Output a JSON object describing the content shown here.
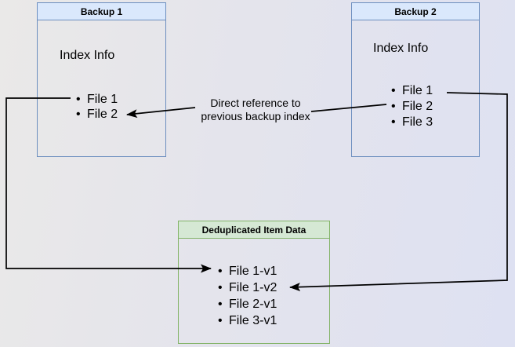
{
  "diagram": {
    "backup1": {
      "title": "Backup 1",
      "section_label": "Index Info",
      "items": [
        "File 1",
        "File 2"
      ]
    },
    "backup2": {
      "title": "Backup 2",
      "section_label": "Index Info",
      "items": [
        "File 1",
        "File 2",
        "File 3"
      ]
    },
    "dedup": {
      "title": "Deduplicated Item Data",
      "items": [
        "File 1-v1",
        "File 1-v2",
        "File 2-v1",
        "File 3-v1"
      ]
    },
    "edge_label": {
      "line1": "Direct reference to",
      "line2": "previous backup index"
    },
    "colors": {
      "blue_header_fill": "#dae8fc",
      "blue_border": "#6c8ebf",
      "green_header_fill": "#d5e8d4",
      "green_border": "#82b366",
      "connector": "#000000",
      "background_left": "#eae9e8",
      "background_right": "#dee1f2"
    }
  }
}
